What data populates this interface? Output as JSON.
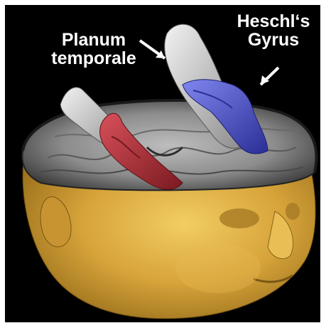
{
  "labels": {
    "planum": [
      "Planum",
      "temporale"
    ],
    "heschl": [
      "Heschl‘s",
      "Gyrus"
    ]
  },
  "colors": {
    "background": "#000000",
    "skin": "#d8a93c",
    "brain_gray": "#9a9a9a",
    "planum_red": "#b8343c",
    "heschl_blue": "#4a52c8",
    "gyrus_white": "#d8d8d8"
  }
}
